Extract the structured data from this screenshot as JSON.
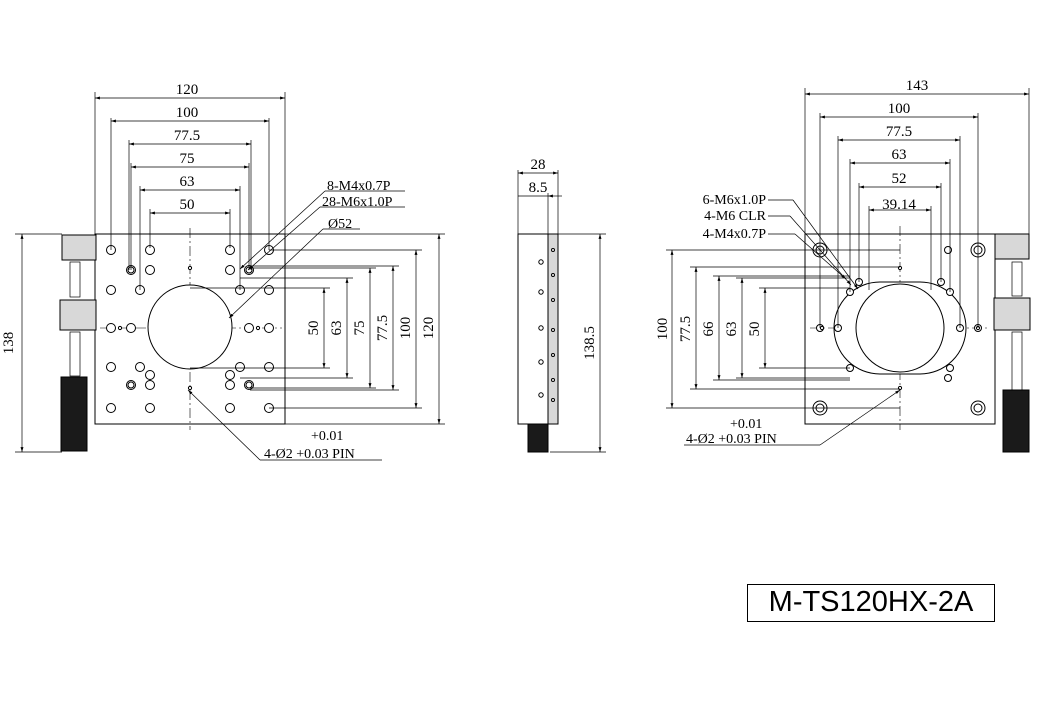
{
  "model": "M-TS120HX-2A",
  "top_view": {
    "horiz_dims": [
      "120",
      "100",
      "77.5",
      "75",
      "63",
      "50"
    ],
    "vert_dims": [
      "50",
      "63",
      "75",
      "77.5",
      "100",
      "120"
    ],
    "overall_height": "138",
    "callouts": [
      "8-M4x0.7P",
      "28-M6x1.0P",
      "Ø52"
    ],
    "tol": "+0.01",
    "pin": "4-Ø2 +0.03 PIN"
  },
  "side_view": {
    "dims_top": [
      "28",
      "8.5"
    ],
    "height": "138.5"
  },
  "bottom_view": {
    "horiz_dims": [
      "143",
      "100",
      "77.5",
      "63",
      "52",
      "39.14"
    ],
    "vert_dims": [
      "100",
      "77.5",
      "66",
      "63",
      "50"
    ],
    "callouts": [
      "6-M6x1.0P",
      "4-M6 CLR",
      "4-M4x0.7P"
    ],
    "tol": "+0.01",
    "pin": "4-Ø2 +0.03 PIN"
  }
}
